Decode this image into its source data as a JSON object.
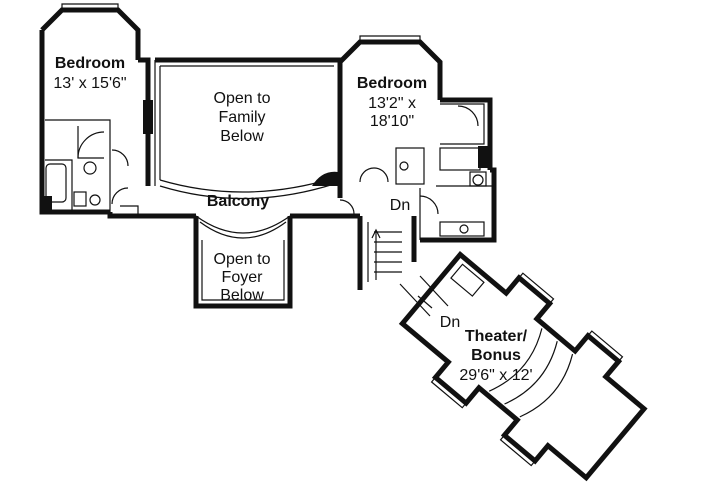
{
  "rooms": {
    "bedroom_left": {
      "name": "Bedroom",
      "dims": "13' x 15'6\""
    },
    "open_family": {
      "lines": [
        "Open to",
        "Family",
        "Below"
      ]
    },
    "bedroom_right": {
      "name": "Bedroom",
      "dims_line1": "13'2\" x",
      "dims_line2": "18'10\""
    },
    "balcony": {
      "name": "Balcony"
    },
    "open_foyer": {
      "lines": [
        "Open to",
        "Foyer",
        "Below"
      ]
    },
    "theater": {
      "name_line1": "Theater/",
      "name_line2": "Bonus",
      "dims": "29'6\" x 12'"
    }
  },
  "stairs": {
    "down_upper": "Dn",
    "down_lower": "Dn"
  }
}
